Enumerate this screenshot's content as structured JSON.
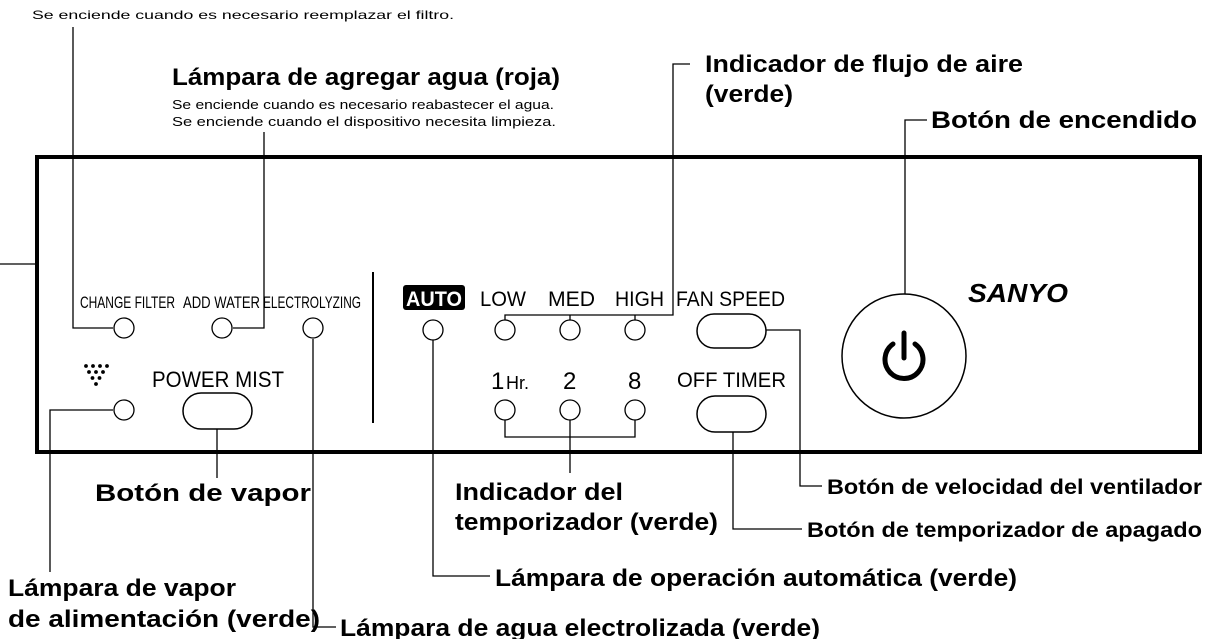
{
  "callouts": {
    "change_filter_note": "Se enciende cuando es necesario reemplazar el filtro.",
    "add_water_title": "Lámpara de agregar agua (roja)",
    "add_water_note_1": "Se enciende cuando es necesario reabastecer el agua.",
    "add_water_note_2": "Se enciende cuando el dispositivo necesita limpieza.",
    "airflow_title_1": "Indicador de flujo de aire",
    "airflow_title_2": "(verde)",
    "power_button": "Botón de encendido",
    "mist_button": "Botón de vapor",
    "timer_indicator_1": "Indicador del",
    "timer_indicator_2": "temporizador (verde)",
    "fan_speed_button": "Botón de velocidad del ventilador",
    "off_timer_button": "Botón de temporizador de apagado",
    "auto_lamp": "Lámpara de operación automática (verde)",
    "power_mist_lamp_1": "Lámpara de vapor",
    "power_mist_lamp_2": "de alimentación (verde)",
    "electrolyzed_lamp": "Lámpara de agua electrolizada (verde)"
  },
  "panel": {
    "change_filter": "CHANGE FILTER",
    "add_water": "ADD WATER",
    "electrolyzing": "ELECTROLYZING",
    "power_mist": "POWER MIST",
    "auto": "AUTO",
    "low": "LOW",
    "med": "MED",
    "high": "HIGH",
    "fan_speed": "FAN SPEED",
    "timer_1": "1",
    "timer_hr": "Hr.",
    "timer_2": "2",
    "timer_8": "8",
    "off_timer": "OFF TIMER",
    "brand": "SANYO"
  },
  "icons": {
    "mist": "mist-dots-icon",
    "power": "power-icon"
  }
}
